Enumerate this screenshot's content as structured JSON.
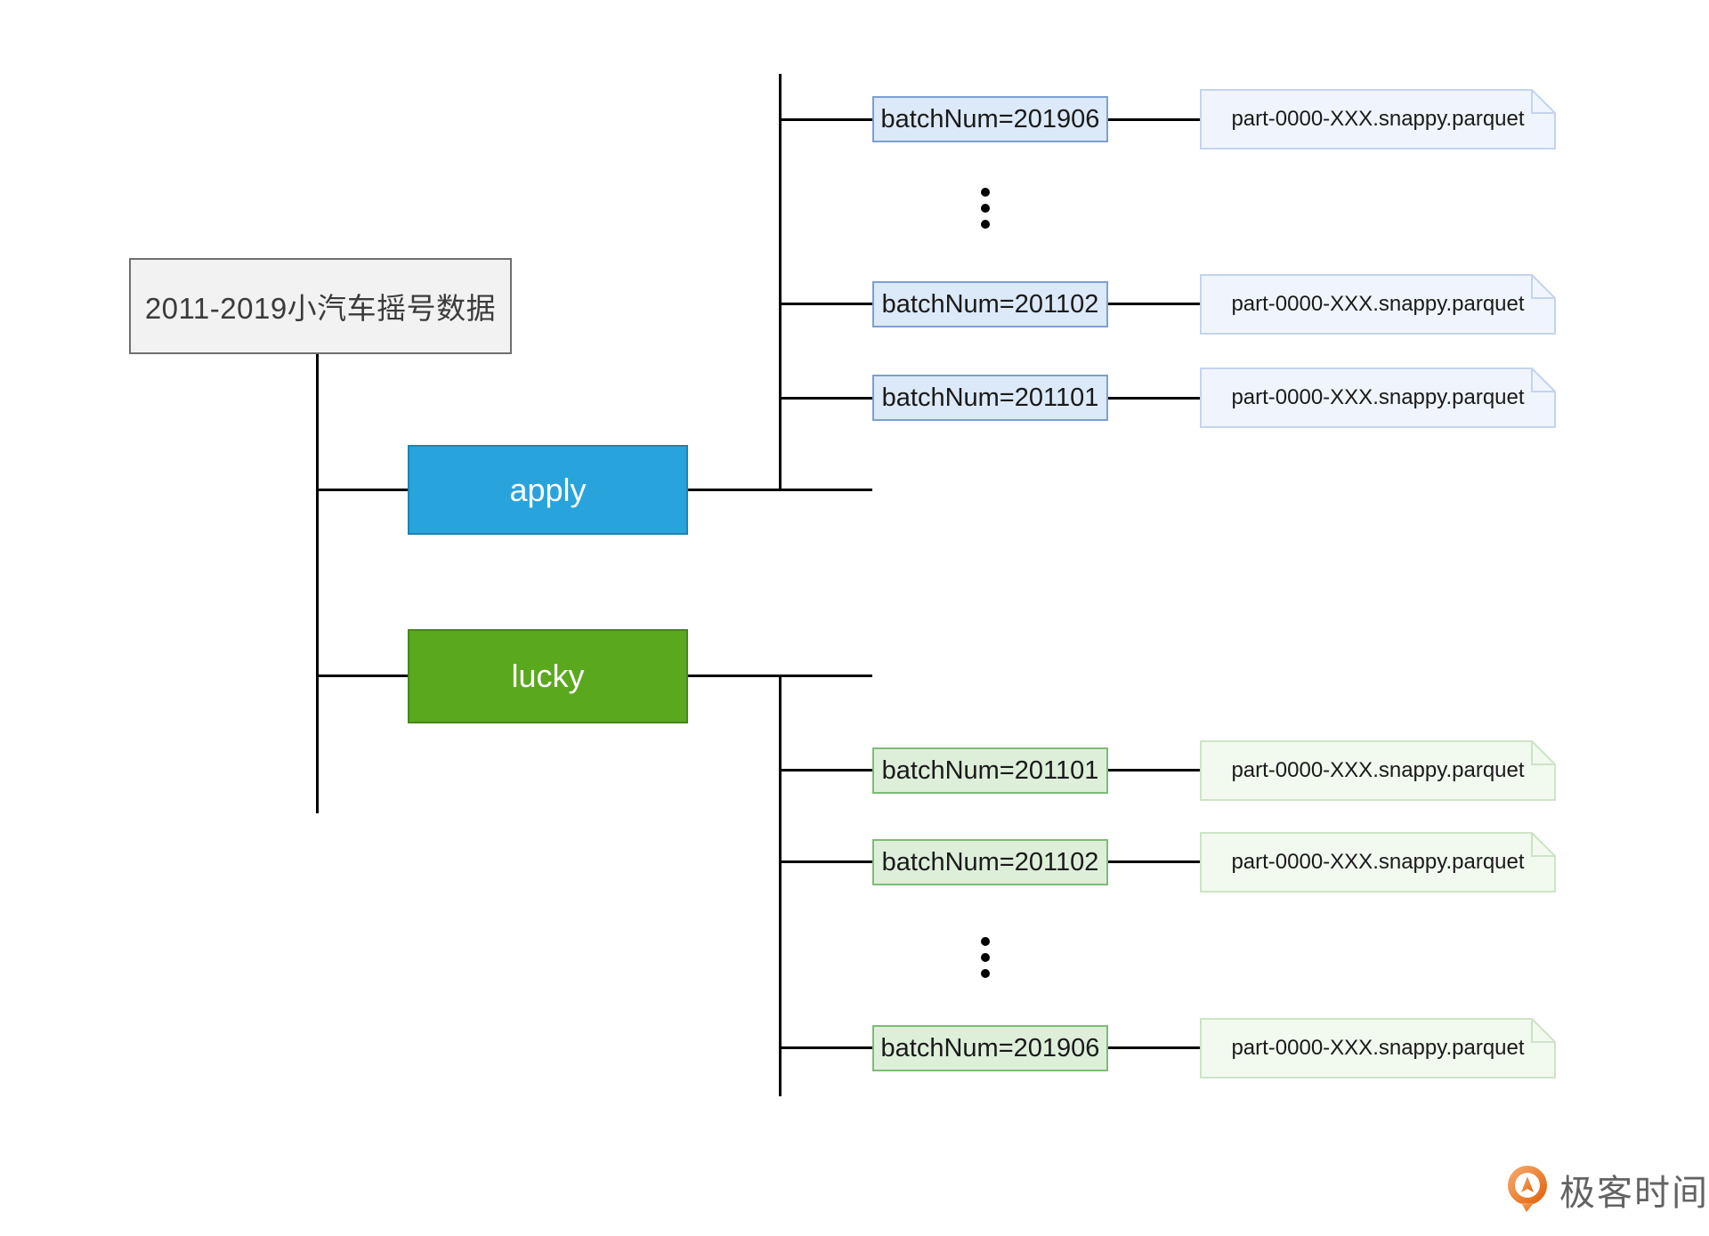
{
  "colors": {
    "apply-blue": "#29a3dc",
    "apply-blue-border": "#1b84b8",
    "lucky-green": "#5aa81e",
    "lucky-green-border": "#478719",
    "batch-blue-bg": "#dbe9f8",
    "batch-blue-border": "#7d9fd3",
    "file-blue-bg": "#f0f5fd",
    "file-blue-border": "#c4d4ee",
    "batch-green-bg": "#ddefd9",
    "batch-green-border": "#7dbc77",
    "file-green-bg": "#f2f9ef",
    "file-green-border": "#cde4c6",
    "root-bg": "#f2f2f2",
    "root-border": "#6f6f6f",
    "line": "#000000",
    "brand-orange": "#e87722"
  },
  "root": {
    "label": "2011-2019小汽车摇号数据"
  },
  "branches": {
    "apply": {
      "label": "apply",
      "rows": [
        {
          "batch": "batchNum=201906",
          "file": "part-0000-XXX.snappy.parquet"
        },
        {
          "batch": "batchNum=201102",
          "file": "part-0000-XXX.snappy.parquet"
        },
        {
          "batch": "batchNum=201101",
          "file": "part-0000-XXX.snappy.parquet"
        }
      ]
    },
    "lucky": {
      "label": "lucky",
      "rows": [
        {
          "batch": "batchNum=201101",
          "file": "part-0000-XXX.snappy.parquet"
        },
        {
          "batch": "batchNum=201102",
          "file": "part-0000-XXX.snappy.parquet"
        },
        {
          "batch": "batchNum=201906",
          "file": "part-0000-XXX.snappy.parquet"
        }
      ]
    }
  },
  "footer": {
    "brand": "极客时间"
  }
}
